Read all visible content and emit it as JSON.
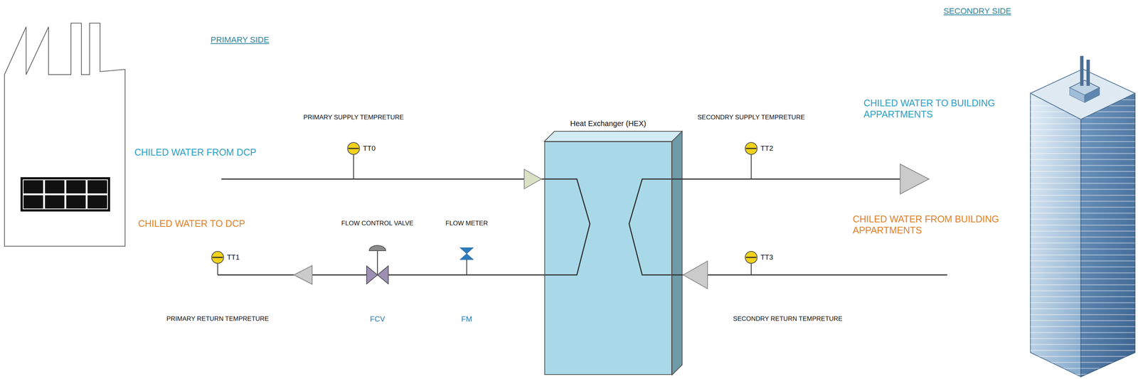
{
  "diagram": {
    "nodes": [
      {
        "text": [
          "Heat Exchanger (HEX)"
        ]
      }
    ],
    "labels": [
      "PRIMARY SIDE",
      "SECONDRY SIDE",
      "CHILED WATER FROM DCP",
      "CHILED WATER TO DCP",
      "PRIMARY SUPPLY TEMPRETURE",
      "TT0",
      "SECONDRY SUPPLY TEMPRETURE",
      "TT2",
      "CHILED WATER TO BUILDING APPARTMENTS",
      "CHILED WATER FROM BUILDING APPARTMENTS",
      "TT1",
      "FLOW CONTROL VALVE",
      "FLOW METER",
      "TT3",
      "FCV",
      "FM",
      "PRIMARY RETURN TEMPRETURE",
      "SECONDRY RETURN TEMPRETURE"
    ]
  }
}
